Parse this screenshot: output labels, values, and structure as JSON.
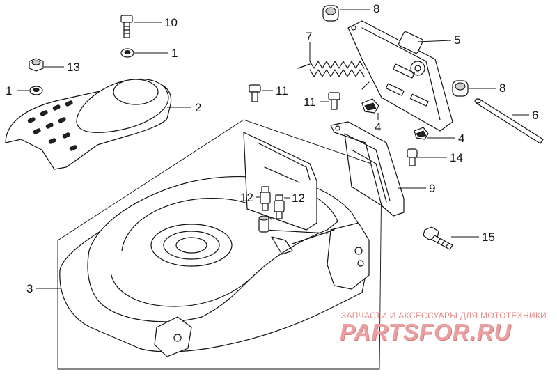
{
  "diagram": {
    "callouts": [
      {
        "id": "c8a",
        "text": "8"
      },
      {
        "id": "c10",
        "text": "10"
      },
      {
        "id": "c5",
        "text": "5"
      },
      {
        "id": "c7",
        "text": "7"
      },
      {
        "id": "c1a",
        "text": "1"
      },
      {
        "id": "c13",
        "text": "13"
      },
      {
        "id": "c1b",
        "text": "1"
      },
      {
        "id": "c11a",
        "text": "11"
      },
      {
        "id": "c8b",
        "text": "8"
      },
      {
        "id": "c2",
        "text": "2"
      },
      {
        "id": "c11b",
        "text": "11"
      },
      {
        "id": "c6",
        "text": "6"
      },
      {
        "id": "c4a",
        "text": "4"
      },
      {
        "id": "c4b",
        "text": "4"
      },
      {
        "id": "c14",
        "text": "14"
      },
      {
        "id": "c9",
        "text": "9"
      },
      {
        "id": "c12a",
        "text": "12"
      },
      {
        "id": "c12b",
        "text": "12"
      },
      {
        "id": "c15",
        "text": "15"
      },
      {
        "id": "c3",
        "text": "3"
      }
    ]
  },
  "watermark": {
    "caption": "ЗАПЧАСТИ И АКСЕССУАРЫ ДЛЯ МОТОТЕХНИКИ",
    "logo_text": "PARTSFOR.RU"
  }
}
